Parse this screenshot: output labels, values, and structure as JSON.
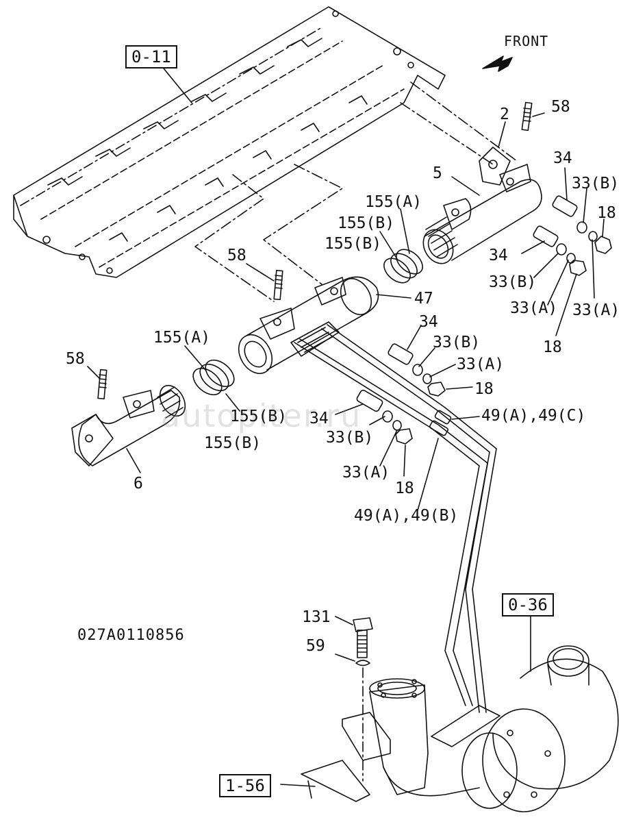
{
  "diagram": {
    "drawing_number": "027A0110856",
    "front_label": "FRONT",
    "watermark": "autopiter.ru",
    "references": {
      "ref_0_11": "0-11",
      "ref_0_36": "0-36",
      "ref_1_56": "1-56"
    },
    "callouts": {
      "c2": "2",
      "c58_top": "58",
      "c34_top": "34",
      "c33b_top": "33(B)",
      "c18_top": "18",
      "c5": "5",
      "c155a_mid": "155(A)",
      "c155b_mid1": "155(B)",
      "c155b_mid2": "155(B)",
      "c34_mid": "34",
      "c33b_mid": "33(B)",
      "c33a_mid": "33(A)",
      "c33a_right": "33(A)",
      "c18_mid": "18",
      "c58_center": "58",
      "c47": "47",
      "c34_center": "34",
      "c33b_center": "33(B)",
      "c33a_center": "33(A)",
      "c18_center": "18",
      "c155a_left": "155(A)",
      "c58_left": "58",
      "c34_low": "34",
      "c49ac": "49(A),49(C)",
      "c155b_left1": "155(B)",
      "c155b_left2": "155(B)",
      "c33b_low": "33(B)",
      "c6": "6",
      "c33a_low": "33(A)",
      "c18_low": "18",
      "c49ab": "49(A),49(B)",
      "c131": "131",
      "c59": "59"
    }
  }
}
